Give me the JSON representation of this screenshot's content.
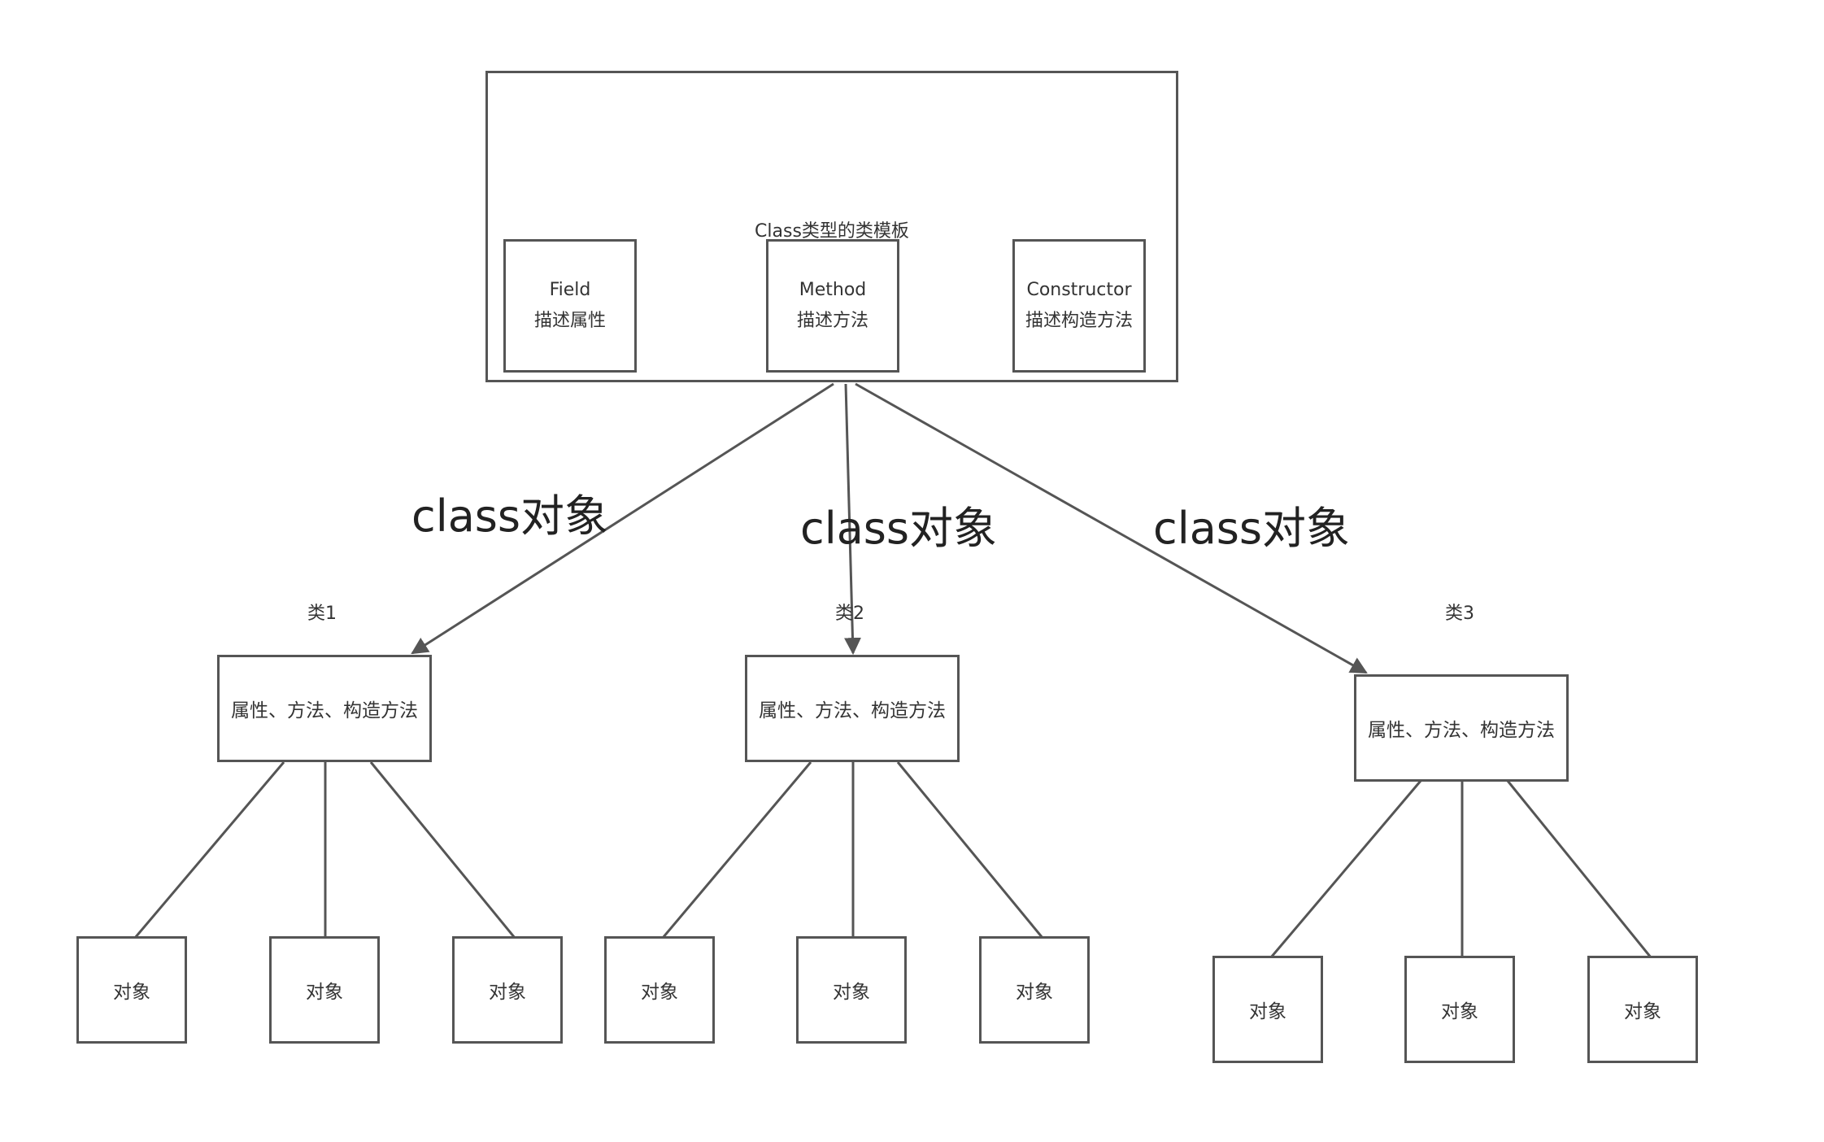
{
  "colors": {
    "stroke": "#555555",
    "text": "#333333",
    "background": "#ffffff"
  },
  "template": {
    "title": "Class类型的类模板",
    "field": {
      "name": "Field",
      "desc": "描述属性"
    },
    "method": {
      "name": "Method",
      "desc": "描述方法"
    },
    "constructor": {
      "name": "Constructor",
      "desc": "描述构造方法"
    }
  },
  "edge_labels": [
    "class对象",
    "class对象",
    "class对象"
  ],
  "classes": [
    {
      "title": "类1",
      "members": "属性、方法、构造方法",
      "objects": [
        "对象",
        "对象",
        "对象"
      ]
    },
    {
      "title": "类2",
      "members": "属性、方法、构造方法",
      "objects": [
        "对象",
        "对象",
        "对象"
      ]
    },
    {
      "title": "类3",
      "members": "属性、方法、构造方法",
      "objects": [
        "对象",
        "对象",
        "对象"
      ]
    }
  ]
}
